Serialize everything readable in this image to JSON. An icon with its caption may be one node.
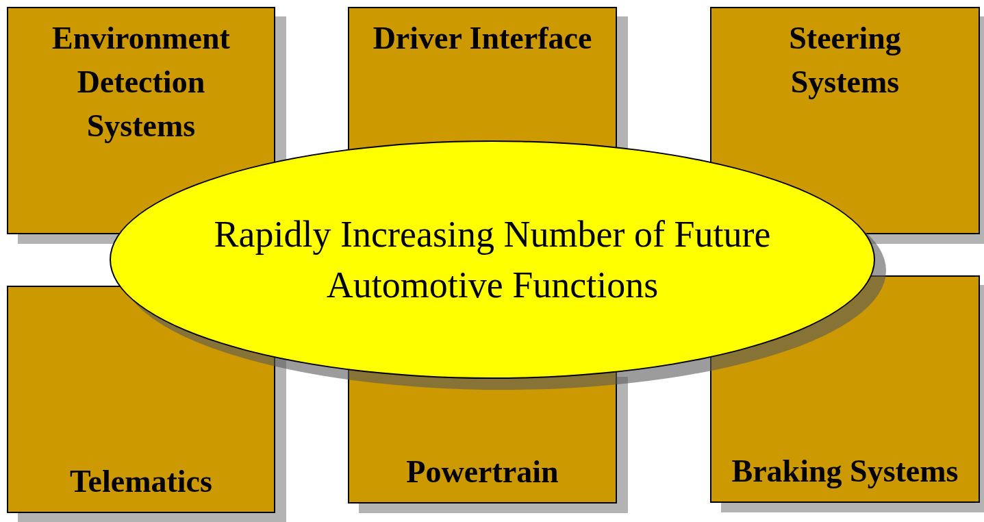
{
  "diagram": {
    "nodes": [
      {
        "text": [
          "Environment Detection Systems"
        ]
      },
      {
        "text": [
          "Driver Interface"
        ]
      },
      {
        "text": [
          "Steering Systems"
        ]
      },
      {
        "text": [
          "Rapidly Increasing Number of Future Automotive Functions"
        ]
      },
      {
        "text": [
          "Telematics"
        ]
      },
      {
        "text": [
          "Powertrain"
        ]
      },
      {
        "text": [
          "Braking Systems"
        ]
      }
    ]
  }
}
